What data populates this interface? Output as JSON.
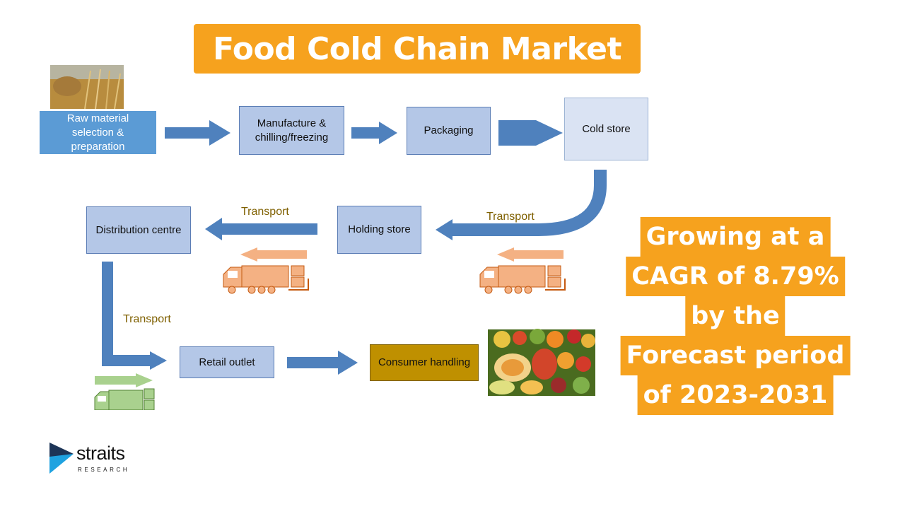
{
  "title": "Food Cold Chain Market",
  "flow": {
    "raw_material": "Raw material selection & preparation",
    "manufacture": "Manufacture & chilling/freezing",
    "packaging": "Packaging",
    "cold_store": "Cold store",
    "holding_store": "Holding store",
    "distribution_centre": "Distribution centre",
    "retail_outlet": "Retail outlet",
    "consumer_handling": "Consumer handling",
    "transport_1": "Transport",
    "transport_2": "Transport",
    "transport_3": "Transport"
  },
  "cagr": {
    "lines": [
      "Growing at a",
      "CAGR of 8.79%",
      "by the",
      "Forecast period",
      "of 2023-2031"
    ]
  },
  "logo": {
    "word": "straits",
    "sub": "RESEARCH"
  },
  "colors": {
    "accent": "#f6a21e",
    "arrow": "#4f81bd",
    "box": "#b4c7e7",
    "raw_box": "#5b9bd5",
    "consumer_box": "#bf9000",
    "truck_orange": "#f4b183",
    "truck_green": "#a9d18e",
    "transport_text": "#7f6000"
  },
  "icons": [
    "wheat-field-image",
    "delivery-truck-icon",
    "fruit-assortment-image",
    "straits-logo-icon"
  ]
}
